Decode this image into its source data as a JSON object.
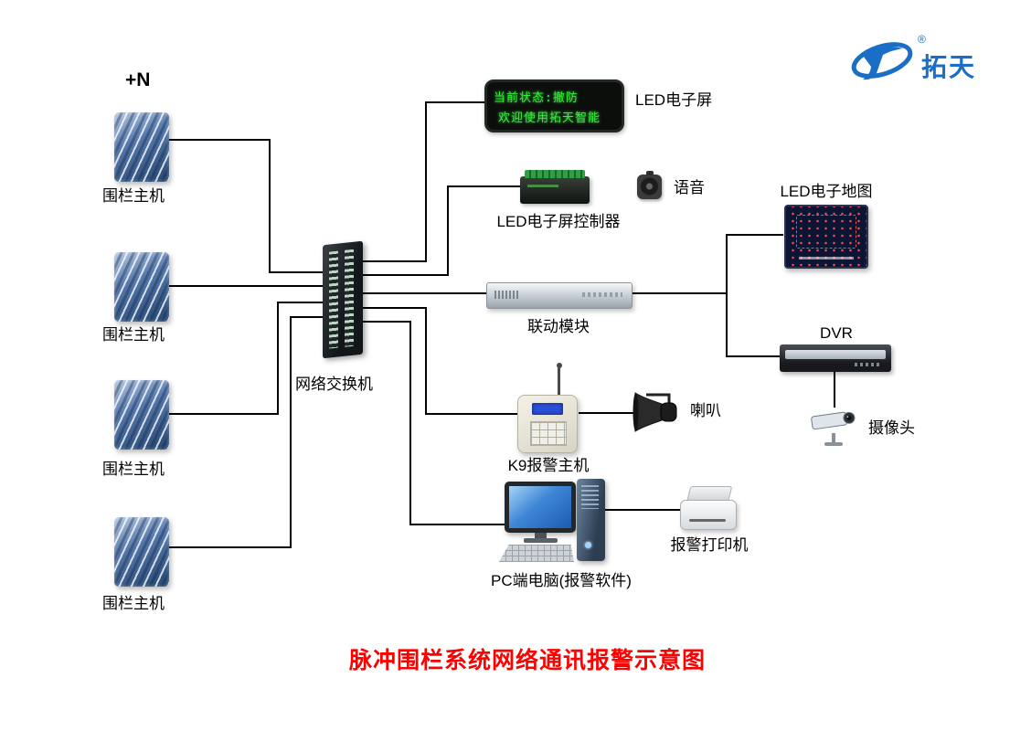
{
  "title": {
    "text": "脉冲围栏系统网络通讯报警示意图"
  },
  "logo": {
    "brand": "拓天",
    "registered": "®"
  },
  "fence": {
    "count_label": "+N",
    "hosts": [
      {
        "label": "围栏主机"
      },
      {
        "label": "围栏主机"
      },
      {
        "label": "围栏主机"
      },
      {
        "label": "围栏主机"
      }
    ]
  },
  "network_switch": {
    "label": "网络交换机"
  },
  "led_screen": {
    "label": "LED电子屏",
    "display_line1": "当前状态:撤防",
    "display_line2": "欢迎使用拓天智能"
  },
  "led_controller": {
    "label": "LED电子屏控制器"
  },
  "audio": {
    "label": "语音"
  },
  "linkage_module": {
    "label": "联动模块"
  },
  "led_map": {
    "label": "LED电子地图"
  },
  "dvr": {
    "label": "DVR"
  },
  "camera": {
    "label": "摄像头"
  },
  "k9_host": {
    "label": "K9报警主机"
  },
  "horn": {
    "label": "喇叭"
  },
  "pc": {
    "label": "PC端电脑(报警软件)"
  },
  "printer": {
    "label": "报警打印机"
  },
  "colors": {
    "title_red": "#ff0000",
    "led_green": "#33ee33",
    "logo_blue": "#1a6ec5"
  }
}
